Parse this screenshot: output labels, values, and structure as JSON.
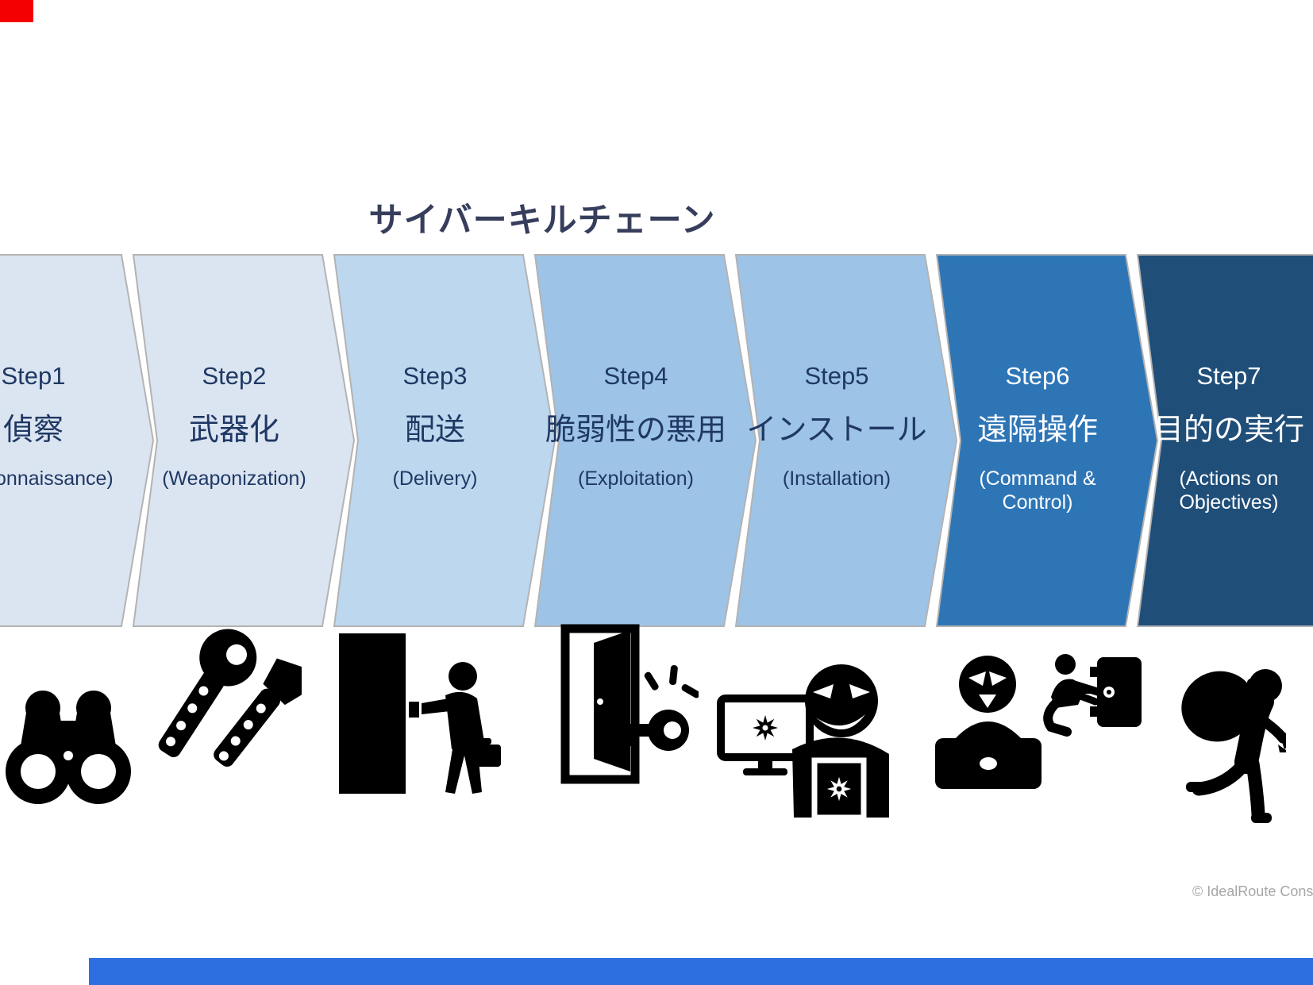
{
  "page": {
    "title": "サイバーキルチェーン",
    "copyright": "© IdealRoute Consu"
  },
  "colors": {
    "title_text": "#373e5c",
    "step_text_dark": "#1f3864",
    "step_text_light": "#ffffff",
    "chevron_border": "#b3b3b3",
    "icon_black": "#000000",
    "corner_accent_red": "#f40000",
    "footer_bar_blue": "#2d6fe0",
    "copyright_gray": "#a6a6a6"
  },
  "steps": [
    {
      "number": "Step1",
      "jp": "偵察",
      "en": "(Reconnaissance)",
      "color": "#dbe5f1",
      "icon": "binoculars-icon"
    },
    {
      "number": "Step2",
      "jp": "武器化",
      "en": "(Weaponization)",
      "color": "#dbe5f1",
      "icon": "keys-icon"
    },
    {
      "number": "Step3",
      "jp": "配送",
      "en": "(Delivery)",
      "color": "#bdd7ee",
      "icon": "door-delivery-icon"
    },
    {
      "number": "Step4",
      "jp": "脆弱性の悪用",
      "en": "(Exploitation)",
      "color": "#9dc3e6",
      "icon": "open-door-key-icon"
    },
    {
      "number": "Step5",
      "jp": "インストール",
      "en": "(Installation)",
      "color": "#9dc3e6",
      "icon": "malware-install-icon"
    },
    {
      "number": "Step6",
      "jp": "遠隔操作",
      "en": "(Command & Control)",
      "color": "#2e75b6",
      "icon": "hacker-safe-icon"
    },
    {
      "number": "Step7",
      "jp": "目的の実行",
      "en": "(Actions on Objectives)",
      "color": "#1f4e79",
      "icon": "thief-sack-icon"
    }
  ]
}
